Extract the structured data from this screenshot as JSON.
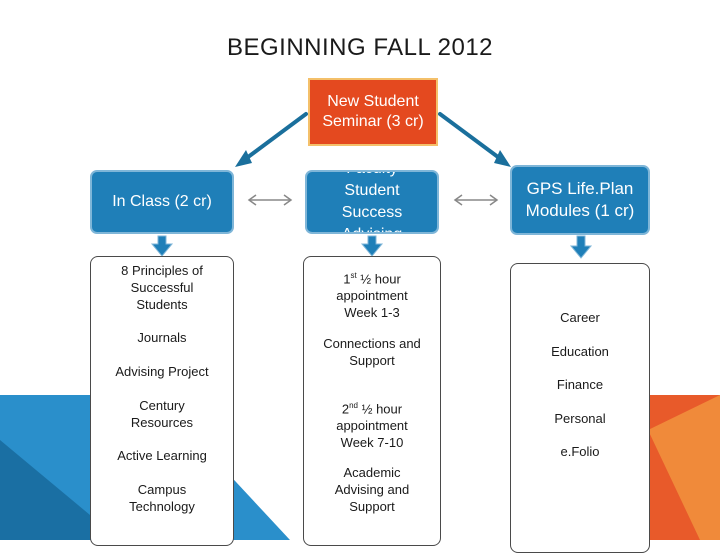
{
  "title": "BEGINNING FALL 2012",
  "colors": {
    "top_box": "#e4491f",
    "blue_box": "#1f7fb8",
    "arrow": "#1a6f9c",
    "list_border": "#4a4a4a"
  },
  "top_box": {
    "line1": "New Student",
    "line2": "Seminar (3 cr)"
  },
  "in_class": {
    "label": "In Class (2 cr)"
  },
  "faculty": {
    "line1": "Faculty",
    "line2": "Student",
    "line3": "Success",
    "line4": "Advising"
  },
  "gps": {
    "line1": "GPS Life.Plan",
    "line2": "Modules (1 cr)"
  },
  "left_list": {
    "item1_l1": "8 Principles of",
    "item1_l2": "Successful",
    "item1_l3": "Students",
    "item2": "Journals",
    "item3": "Advising Project",
    "item4_l1": "Century",
    "item4_l2": "Resources",
    "item5": "Active Learning",
    "item6_l1": "Campus",
    "item6_l2": "Technology"
  },
  "mid_list": {
    "a1_num": "1",
    "a1_sup": "st",
    "a1_rest": " ½ hour",
    "a1_l2": "appointment",
    "a1_l3": "Week 1-3",
    "a2_l1": "Connections and",
    "a2_l2": "Support",
    "a3_num": "2",
    "a3_sup": "nd",
    "a3_rest": " ½ hour",
    "a3_l2": "appointment",
    "a3_l3": "Week 7-10",
    "a4_l1": "Academic",
    "a4_l2": "Advising and",
    "a4_l3": "Support"
  },
  "right_list": {
    "item1": "Career",
    "item2": "Education",
    "item3": "Finance",
    "item4": "Personal",
    "item5": "e.Folio"
  }
}
